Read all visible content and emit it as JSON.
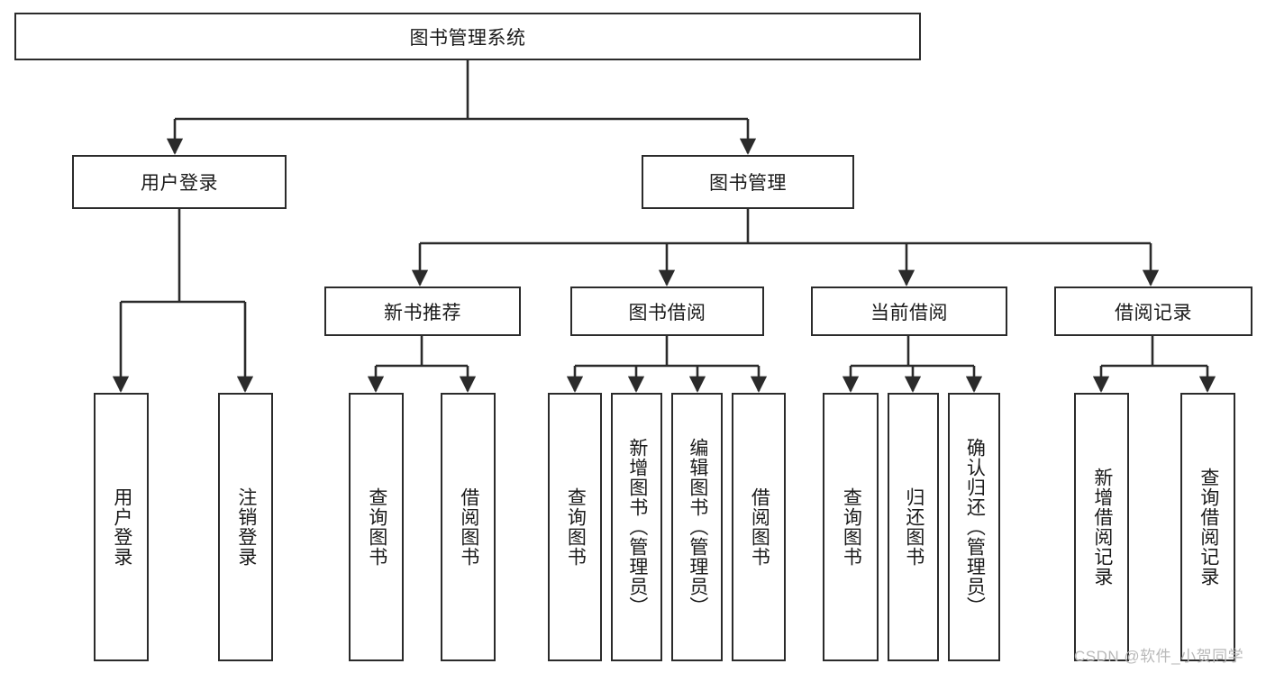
{
  "diagram": {
    "title": "图书管理系统",
    "type": "tree-hierarchy",
    "watermark": "CSDN @软件_小贺同学",
    "colors": {
      "stroke": "#2b2b2b",
      "fill": "#ffffff",
      "text": "#1a1a1a",
      "watermark": "#b9b9b9"
    }
  },
  "nodes": {
    "root": {
      "label": "图书管理系统"
    },
    "level1": [
      {
        "id": "user-login",
        "label": "用户登录"
      },
      {
        "id": "book-manage",
        "label": "图书管理"
      }
    ],
    "level2": [
      {
        "id": "new-book-recommend",
        "label": "新书推荐"
      },
      {
        "id": "book-borrow",
        "label": "图书借阅"
      },
      {
        "id": "current-borrow",
        "label": "当前借阅"
      },
      {
        "id": "borrow-record",
        "label": "借阅记录"
      }
    ],
    "leaves": {
      "user-login": [
        {
          "id": "leaf-user-login",
          "label": "用户登录"
        },
        {
          "id": "leaf-logout",
          "label": "注销登录"
        }
      ],
      "new-book-recommend": [
        {
          "id": "leaf-query-book-1",
          "label": "查询图书"
        },
        {
          "id": "leaf-borrow-book-1",
          "label": "借阅图书"
        }
      ],
      "book-borrow": [
        {
          "id": "leaf-query-book-2",
          "label": "查询图书"
        },
        {
          "id": "leaf-add-book",
          "label": "新增图书（管理员）"
        },
        {
          "id": "leaf-edit-book",
          "label": "编辑图书（管理员）"
        },
        {
          "id": "leaf-borrow-book-2",
          "label": "借阅图书"
        }
      ],
      "current-borrow": [
        {
          "id": "leaf-query-book-3",
          "label": "查询图书"
        },
        {
          "id": "leaf-return-book",
          "label": "归还图书"
        },
        {
          "id": "leaf-confirm-return",
          "label": "确认归还（管理员）"
        }
      ],
      "borrow-record": [
        {
          "id": "leaf-add-record",
          "label": "新增借阅记录"
        },
        {
          "id": "leaf-query-record",
          "label": "查询借阅记录"
        }
      ]
    }
  }
}
